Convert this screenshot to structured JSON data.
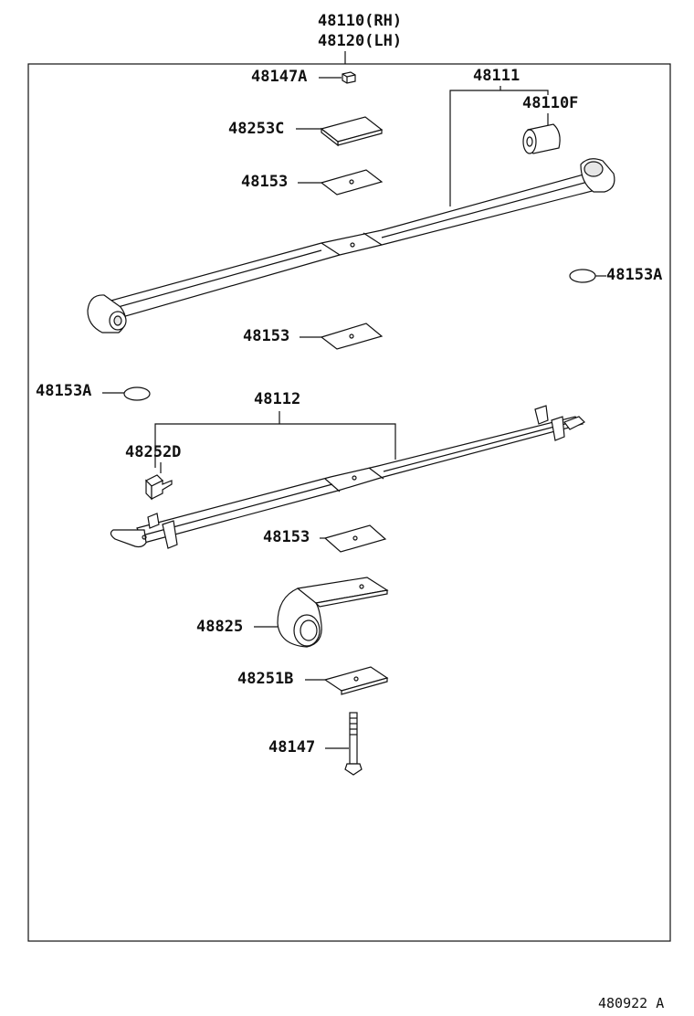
{
  "diagram": {
    "assembly_labels": [
      "48110(RH)",
      "48120(LH)"
    ],
    "parts": {
      "p48147A": "48147A",
      "p48253C": "48253C",
      "p48153_top": "48153",
      "p48111": "48111",
      "p48110F": "48110F",
      "p48153A_right": "48153A",
      "p48153_mid": "48153",
      "p48153A_left": "48153A",
      "p48112": "48112",
      "p48252D": "48252D",
      "p48153_low": "48153",
      "p48825": "48825",
      "p48251B": "48251B",
      "p48147": "48147"
    },
    "figure_code": "480922 A"
  }
}
